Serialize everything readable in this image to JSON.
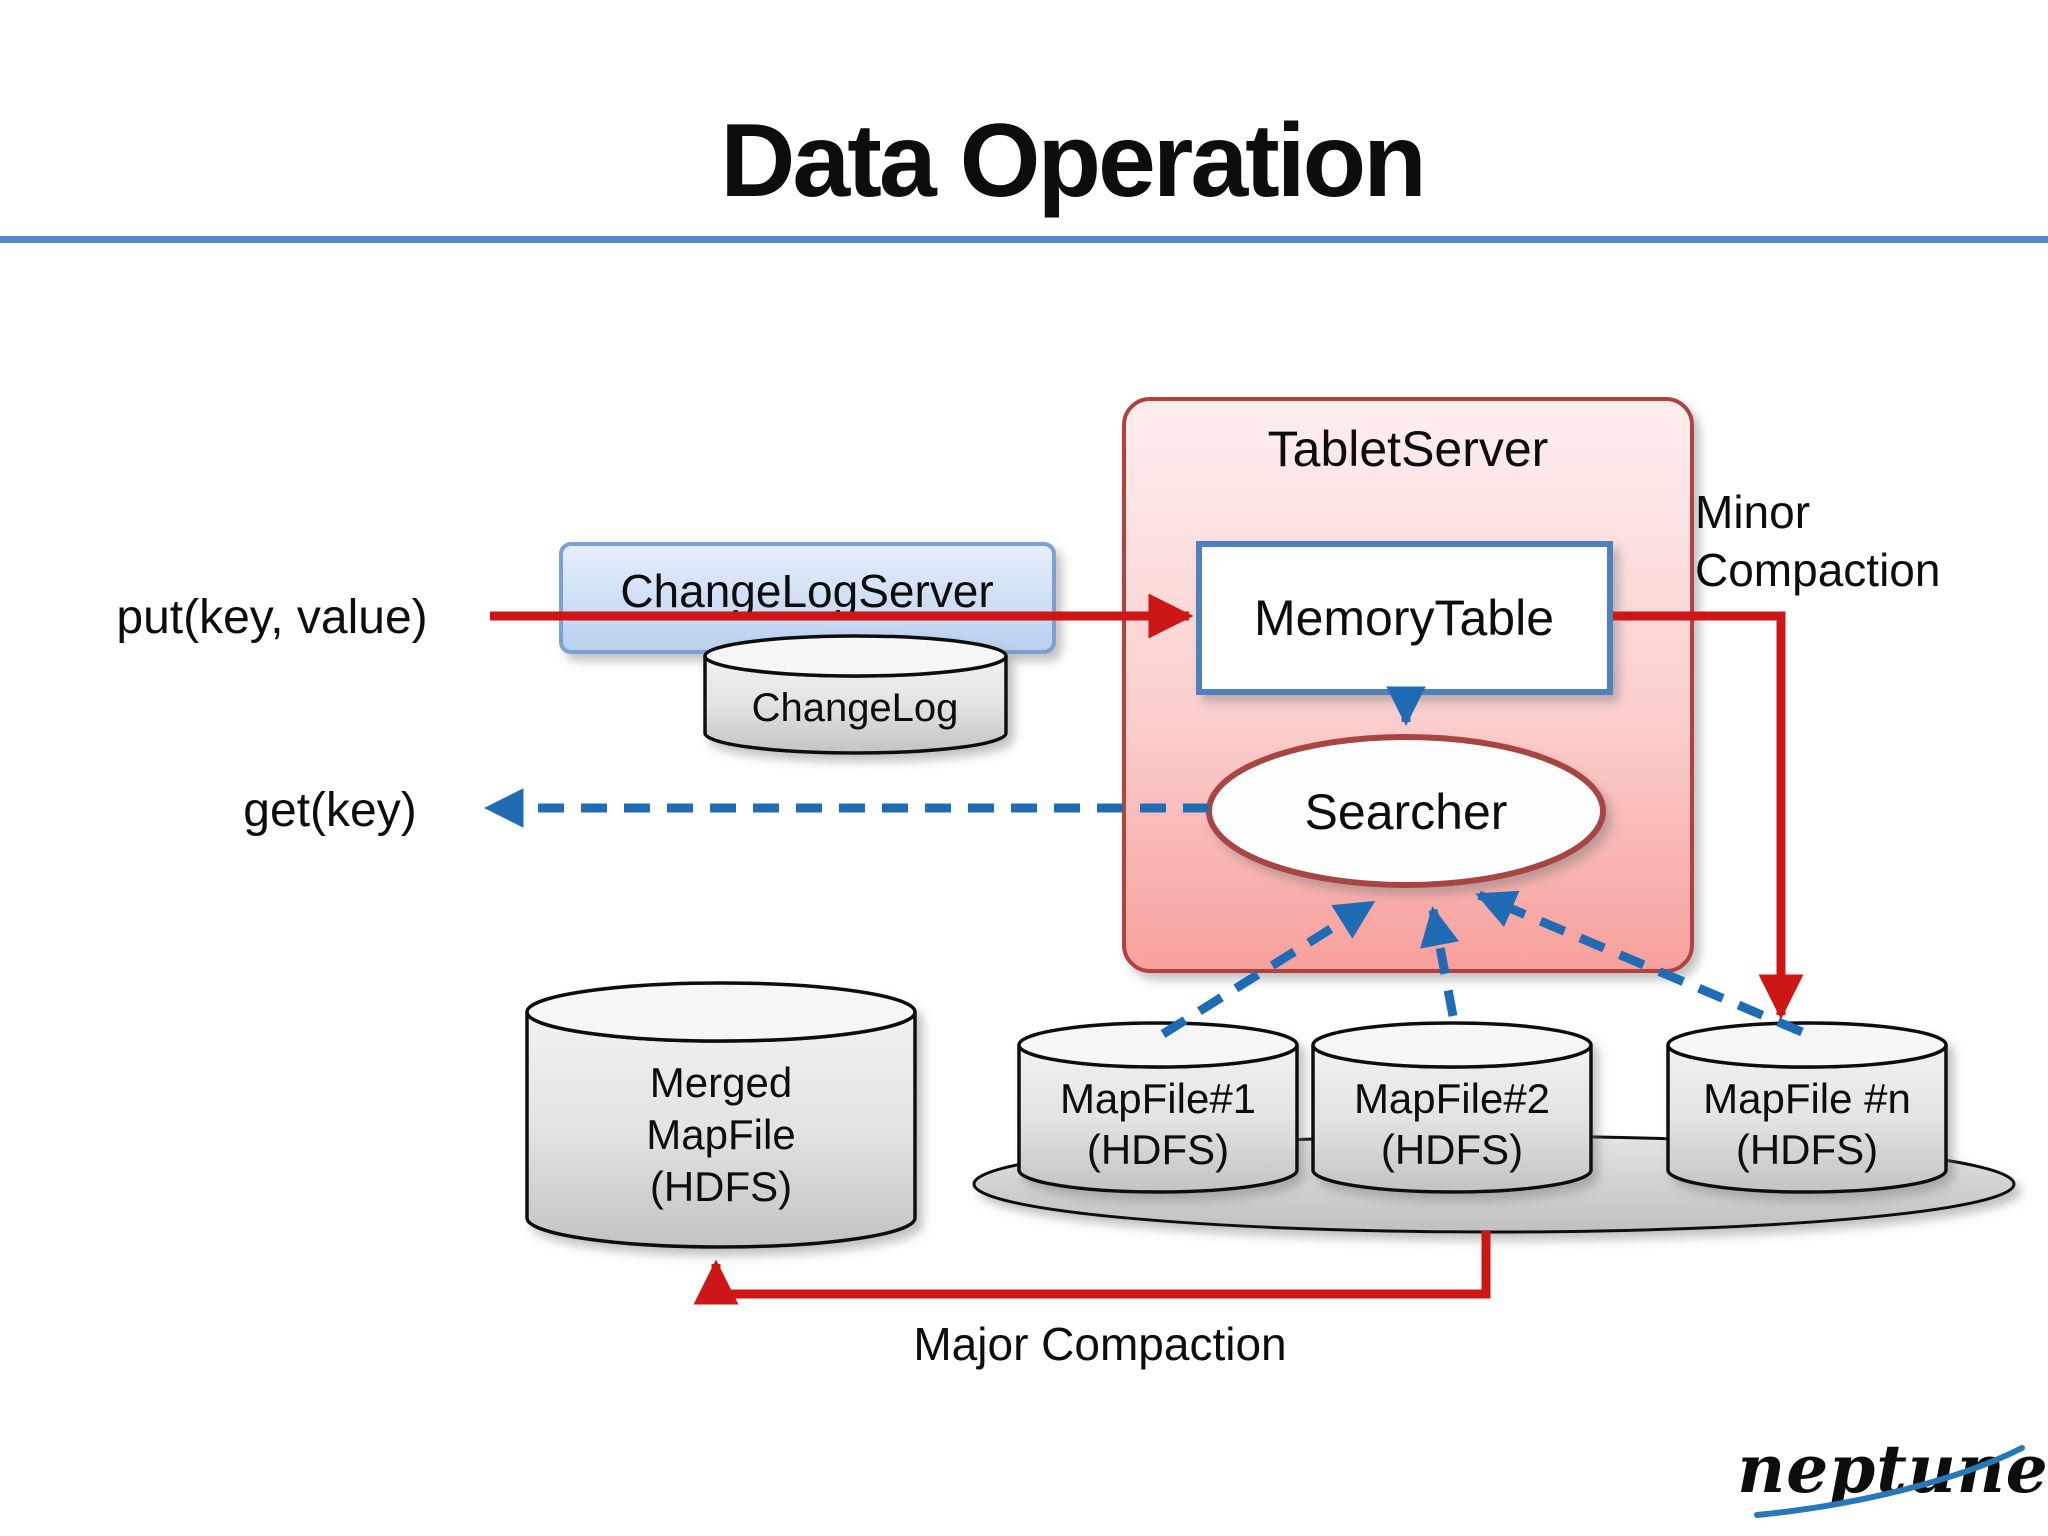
{
  "slide": {
    "title": "Data Operation"
  },
  "flow_labels": {
    "put": "put(key, value)",
    "get": "get(key)",
    "minor_compaction": [
      "Minor",
      "Compaction"
    ],
    "major_compaction": "Major Compaction"
  },
  "nodes": {
    "tablet_server": "TabletServer",
    "memory_table": "MemoryTable",
    "searcher": "Searcher",
    "changelog_server": "ChangeLogServer",
    "changelog": "ChangeLog",
    "mapfile_1": [
      "MapFile#1",
      "(HDFS)"
    ],
    "mapfile_2": [
      "MapFile#2",
      "(HDFS)"
    ],
    "mapfile_n": [
      "MapFile #n",
      "(HDFS)"
    ],
    "merged_mapfile": [
      "Merged",
      "MapFile",
      "(HDFS)"
    ]
  },
  "branding": {
    "logo_text": "neptune"
  },
  "colors": {
    "write_flow_red": "#cd1616",
    "read_flow_blue": "#1f6cb5",
    "title_rule_blue": "#5b87c7",
    "tablet_server_border": "#b2423f",
    "memory_table_border": "#4f81bd",
    "searcher_border": "#a64542",
    "changelog_server_border": "#7aa0d4",
    "logo_teal": "#2a7e93",
    "logo_swoosh_blue": "#2878b8"
  }
}
